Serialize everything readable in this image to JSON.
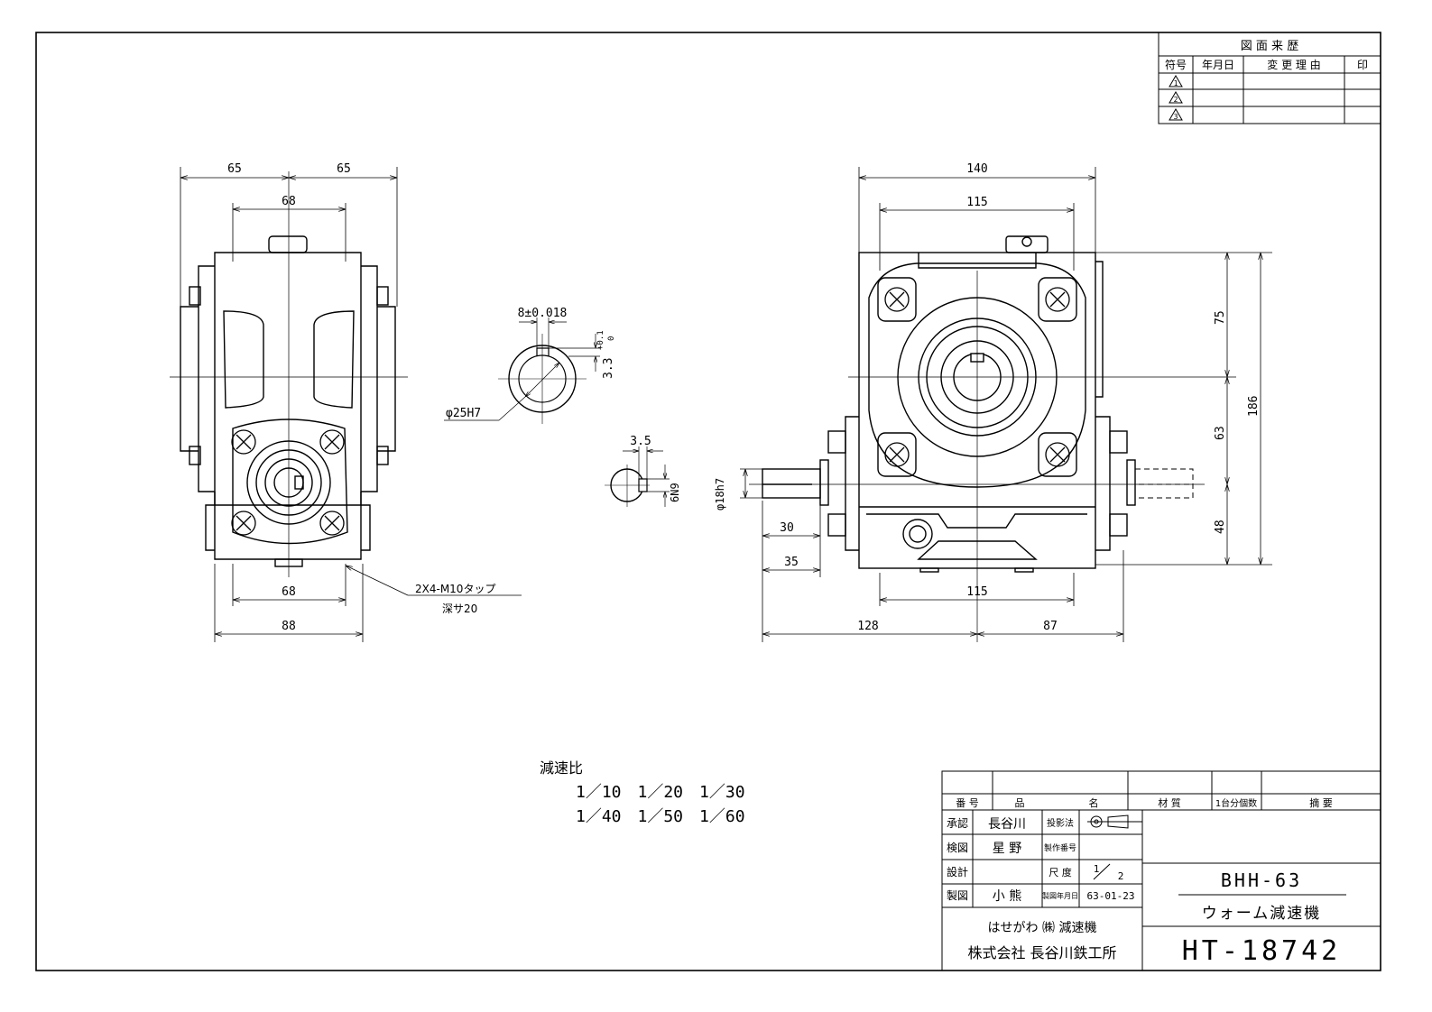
{
  "revision_table": {
    "title": "図 面 来 歴",
    "headers": [
      "符号",
      "年月日",
      "変 更 理 由",
      "印"
    ],
    "rows": [
      "1",
      "2",
      "3"
    ]
  },
  "front_view": {
    "dims": {
      "left_half": "65",
      "right_half": "65",
      "top_bolt_span": "68",
      "bottom_bolt_span": "68",
      "base_width": "88"
    },
    "tap_note_1": "2X4-M10タップ",
    "tap_note_2": "深サ20"
  },
  "keyway_detail": {
    "key_width": "8±0.018",
    "key_depth_tol": "+0.1",
    "key_depth_tol_low": "0",
    "key_depth": "3.3",
    "bore": "φ25H7"
  },
  "shaft_detail": {
    "key_depth": "3.5",
    "key_width": "6N9"
  },
  "side_view": {
    "dims": {
      "overall_width": "140",
      "top_bolt_span": "115",
      "bottom_bolt_span": "115",
      "height_top": "75",
      "height_mid": "63",
      "height_low": "48",
      "overall_height": "186",
      "shaft_dia": "φ18h7",
      "shaft_len1": "30",
      "shaft_len2": "35",
      "left_extent": "128",
      "right_extent": "87"
    }
  },
  "ratio": {
    "title": "減速比",
    "line1": "1／10　1／20　1／30",
    "line2": "1／40　1／50　1／60"
  },
  "title_block": {
    "parts_headers": [
      "番 号",
      "品",
      "名",
      "材 質",
      "1台分個数",
      "摘 要"
    ],
    "approve_label": "承認",
    "approve_name": "長谷川",
    "projection_label": "投影法",
    "check_label": "検図",
    "check_name": "星 野",
    "mfg_no_label": "製作番号",
    "design_label": "設計",
    "scale_label": "尺 度",
    "scale_num": "1",
    "scale_den": "2",
    "draft_label": "製図",
    "draft_name": "小 熊",
    "date_label": "製図年月日",
    "date": "63-01-23",
    "model": "BHH-63",
    "product": "ウォーム減速機",
    "brand": "はせがわ ㈱ 減速機",
    "company": "株式会社 長谷川鉄工所",
    "drawing_no": "HT-18742"
  }
}
